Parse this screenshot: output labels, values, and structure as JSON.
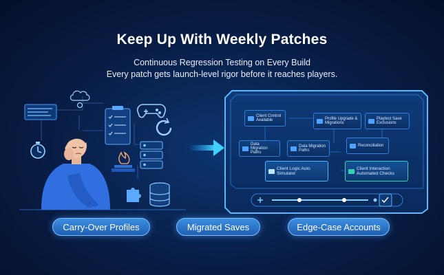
{
  "header": {
    "title": "Keep Up With Weekly Patches",
    "subtitle_line1": "Continuous Regression Testing on Every Build",
    "subtitle_line2": "Every patch gets launch-level rigor before it reaches players."
  },
  "dashboard": {
    "nodes": [
      {
        "label": "Client Control Available"
      },
      {
        "label": "Profile Upgrade & Migrations"
      },
      {
        "label": "Playtest Save Exclusions"
      },
      {
        "label": "Data Migration Paths"
      },
      {
        "label": "Data Migration Paths"
      },
      {
        "label": "Reconciliation"
      },
      {
        "label": "Client Logic Auto Simulator"
      },
      {
        "label": "Client Interaction Automated Checks"
      }
    ]
  },
  "pills": [
    {
      "label": "Carry-Over Profiles"
    },
    {
      "label": "Migrated Saves"
    },
    {
      "label": "Edge-Case Accounts"
    }
  ],
  "colors": {
    "background": "#081d45",
    "accent": "#3e8fe0",
    "glow": "#4fb8ff",
    "success": "#37d0b0",
    "person_shirt": "#2f6fe0"
  },
  "icons": [
    "cloud-sync-icon",
    "stopwatch-icon",
    "checklist-icon",
    "gamepad-icon",
    "refresh-icon",
    "server-stack-icon",
    "fire-icon",
    "database-icon",
    "puzzle-icon",
    "code-window-icon",
    "arrow-right-icon",
    "plus-icon",
    "check-icon"
  ]
}
